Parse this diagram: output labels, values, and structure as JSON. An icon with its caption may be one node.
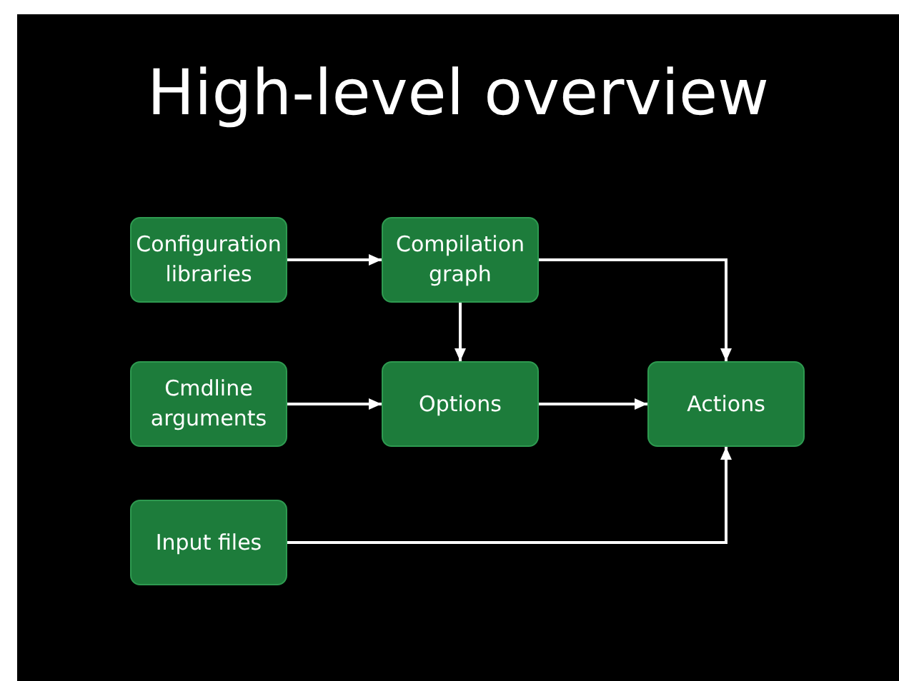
{
  "diagram": {
    "title": "High-level overview",
    "nodes": [
      {
        "text": [
          "Configuration libraries"
        ]
      },
      {
        "text": [
          "Compilation graph"
        ]
      },
      {
        "text": [
          "Cmdline arguments"
        ]
      },
      {
        "text": [
          "Options"
        ]
      },
      {
        "text": [
          "Actions"
        ]
      },
      {
        "text": [
          "Input files"
        ]
      }
    ],
    "edges": [
      {
        "from": 0,
        "to": 1,
        "arrow": "to"
      },
      {
        "from": 1,
        "to": 3,
        "arrow": "to"
      },
      {
        "from": 1,
        "to": 4,
        "arrow": "to"
      },
      {
        "from": 2,
        "to": 3,
        "arrow": "to"
      },
      {
        "from": 3,
        "to": 4,
        "arrow": "to"
      },
      {
        "from": 5,
        "to": 4,
        "arrow": "to"
      }
    ]
  }
}
